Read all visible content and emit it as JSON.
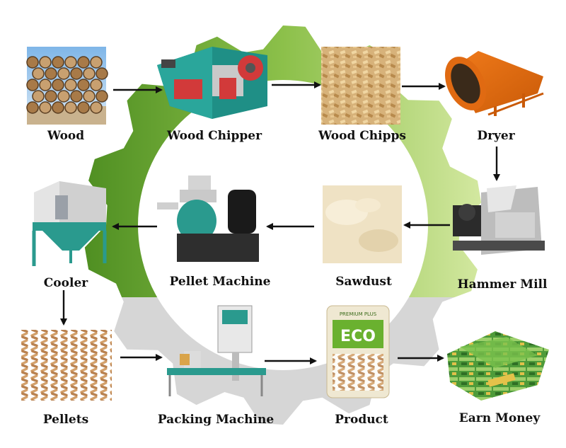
{
  "diagram": {
    "nodes": [
      {
        "id": "wood",
        "label": "Wood",
        "icon": "logs-photo"
      },
      {
        "id": "chipper",
        "label": "Wood Chipper",
        "icon": "wood-chipper-machine"
      },
      {
        "id": "chips",
        "label": "Wood Chipps",
        "icon": "wood-chips-photo"
      },
      {
        "id": "dryer",
        "label": "Dryer",
        "icon": "rotary-dryer-machine"
      },
      {
        "id": "hammer",
        "label": "Hammer Mill",
        "icon": "hammer-mill-machine"
      },
      {
        "id": "sawdust",
        "label": "Sawdust",
        "icon": "sawdust-photo"
      },
      {
        "id": "pellet_machine",
        "label": "Pellet Machine",
        "icon": "pellet-machine"
      },
      {
        "id": "cooler",
        "label": "Cooler",
        "icon": "cooler-machine"
      },
      {
        "id": "pellets",
        "label": "Pellets",
        "icon": "pellets-photo"
      },
      {
        "id": "packing",
        "label": "Packing Machine",
        "icon": "packing-machine"
      },
      {
        "id": "product",
        "label": "Product",
        "icon": "pellet-bag"
      },
      {
        "id": "money",
        "label": "Earn Money",
        "icon": "money-stack"
      }
    ],
    "edges": [
      [
        "wood",
        "chipper"
      ],
      [
        "chipper",
        "chips"
      ],
      [
        "chips",
        "dryer"
      ],
      [
        "dryer",
        "hammer"
      ],
      [
        "hammer",
        "sawdust"
      ],
      [
        "sawdust",
        "pellet_machine"
      ],
      [
        "pellet_machine",
        "cooler"
      ],
      [
        "cooler",
        "pellets"
      ],
      [
        "pellets",
        "packing"
      ],
      [
        "packing",
        "product"
      ],
      [
        "product",
        "money"
      ]
    ],
    "colors": {
      "gear_green": "#6aa82e",
      "gear_light_green": "#c8e08a",
      "gear_gray": "#b4b4b4",
      "arrow": "#111111"
    }
  },
  "product_bag": {
    "brand": "PREMIUM PLUS",
    "logo": "ECO"
  }
}
